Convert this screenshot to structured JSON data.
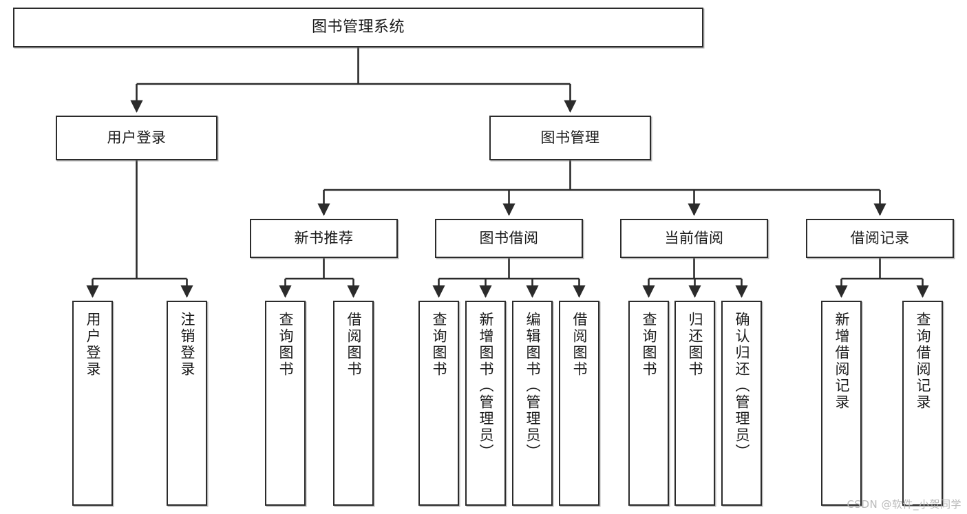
{
  "diagram": {
    "title": "图书管理系统",
    "type": "tree-hierarchy",
    "watermark": "CSDN @软件_小贺同学",
    "colors": {
      "box_border": "#2b2b2b",
      "box_fill": "#ffffff",
      "edge": "#2b2b2b",
      "text": "#1a1a1a",
      "watermark": "#b9b9b9",
      "background": "#ffffff"
    },
    "nodes": {
      "root": {
        "label": "图书管理系统",
        "level": 1,
        "orientation": "horizontal"
      },
      "l2": [
        {
          "id": "user-login",
          "label": "用户登录",
          "level": 2,
          "orientation": "horizontal"
        },
        {
          "id": "book-manage",
          "label": "图书管理",
          "level": 2,
          "orientation": "horizontal"
        }
      ],
      "l3": [
        {
          "id": "new-book-rec",
          "label": "新书推荐",
          "level": 3,
          "orientation": "horizontal"
        },
        {
          "id": "book-borrow",
          "label": "图书借阅",
          "level": 3,
          "orientation": "horizontal"
        },
        {
          "id": "current-borrow",
          "label": "当前借阅",
          "level": 3,
          "orientation": "horizontal"
        },
        {
          "id": "borrow-record",
          "label": "借阅记录",
          "level": 3,
          "orientation": "horizontal"
        }
      ],
      "leaves": [
        {
          "id": "leaf-user-login",
          "parent": "user-login",
          "label": "用户登录",
          "orientation": "vertical"
        },
        {
          "id": "leaf-user-logout",
          "parent": "user-login",
          "label": "注销登录",
          "orientation": "vertical"
        },
        {
          "id": "leaf-query-book-1",
          "parent": "new-book-rec",
          "label": "查询图书",
          "orientation": "vertical"
        },
        {
          "id": "leaf-borrow-book-1",
          "parent": "new-book-rec",
          "label": "借阅图书",
          "orientation": "vertical"
        },
        {
          "id": "leaf-query-book-2",
          "parent": "book-borrow",
          "label": "查询图书",
          "orientation": "vertical"
        },
        {
          "id": "leaf-add-book",
          "parent": "book-borrow",
          "label": "新增图书（管理员）",
          "orientation": "vertical"
        },
        {
          "id": "leaf-edit-book",
          "parent": "book-borrow",
          "label": "编辑图书（管理员）",
          "orientation": "vertical"
        },
        {
          "id": "leaf-borrow-book-2",
          "parent": "book-borrow",
          "label": "借阅图书",
          "orientation": "vertical"
        },
        {
          "id": "leaf-query-book-3",
          "parent": "current-borrow",
          "label": "查询图书",
          "orientation": "vertical"
        },
        {
          "id": "leaf-return-book",
          "parent": "current-borrow",
          "label": "归还图书",
          "orientation": "vertical"
        },
        {
          "id": "leaf-confirm-return",
          "parent": "current-borrow",
          "label": "确认归还（管理员）",
          "orientation": "vertical"
        },
        {
          "id": "leaf-add-record",
          "parent": "borrow-record",
          "label": "新增借阅记录",
          "orientation": "vertical"
        },
        {
          "id": "leaf-query-record",
          "parent": "borrow-record",
          "label": "查询借阅记录",
          "orientation": "vertical"
        }
      ]
    }
  }
}
